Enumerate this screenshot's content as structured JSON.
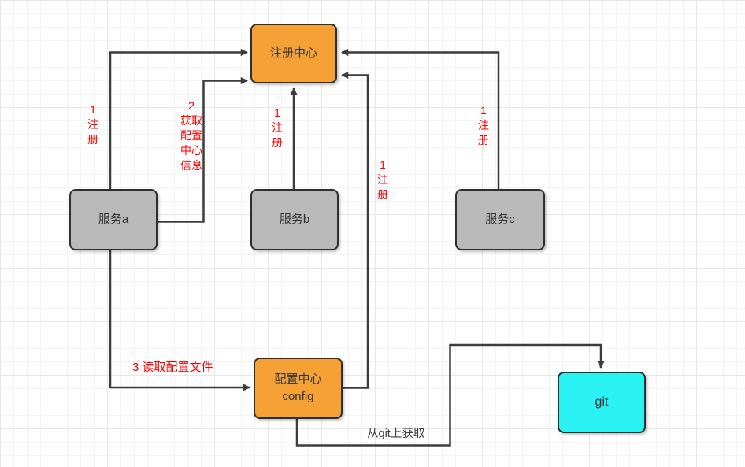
{
  "canvas": {
    "nodes": {
      "registry": {
        "label": "注册中心"
      },
      "service_a": {
        "label": "服务a"
      },
      "service_b": {
        "label": "服务b"
      },
      "service_c": {
        "label": "服务c"
      },
      "config": {
        "label": "配置中心\nconfig"
      },
      "git": {
        "label": "git"
      }
    },
    "edge_labels": {
      "register_a": "1\n注\n册",
      "fetch_config_info": "2\n获取\n配置\n中心\n信息",
      "register_b": "1\n注\n册",
      "register_via_config": "1\n注\n册",
      "register_c": "1\n注\n册",
      "read_config_file": "3 读取配置文件",
      "fetch_from_git": "从git上获取"
    },
    "colors": {
      "node_orange": "#F5A136",
      "node_gray": "#B9B9B9",
      "node_cyan": "#2BF2F2",
      "edge": "#3C3C3C",
      "label_red": "#FF0000",
      "label_dark": "#3D3D3D",
      "grid_minor": "#F4F4F4",
      "grid_major": "#E7E7E7"
    }
  }
}
